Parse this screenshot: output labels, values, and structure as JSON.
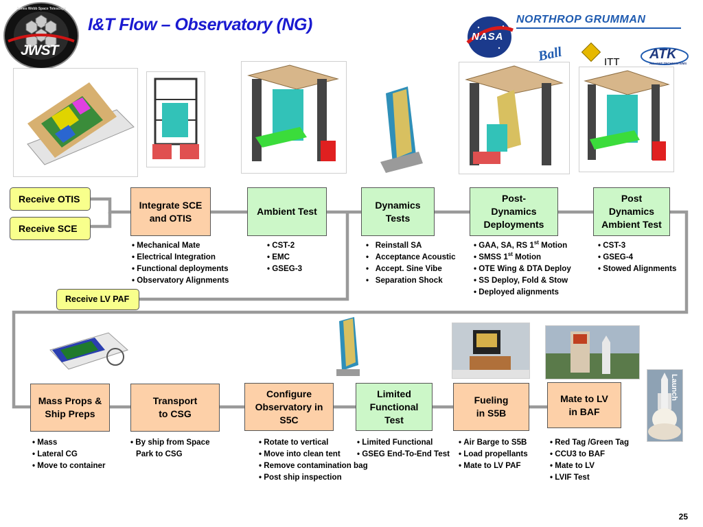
{
  "title": "I&T Flow – Observatory (NG)",
  "page_number": "25",
  "logos": {
    "jwst": "JWST",
    "jwst_ring": "James Webb Space Telescope",
    "nasa": "NASA",
    "northrop": "NORTHROP GRUMMAN",
    "ball": "Ball",
    "itt": "ITT",
    "atk": "ATK",
    "atk_sub": "ALLIANT TECHSYSTEMS"
  },
  "inputs": {
    "receive_otis": "Receive OTIS",
    "receive_sce": "Receive SCE",
    "receive_lv_paf": "Receive LV  PAF"
  },
  "row1": [
    {
      "label": "Integrate SCE and OTIS",
      "bullets": [
        "Mechanical Mate",
        "Electrical Integration",
        "Functional deployments",
        "Observatory Alignments"
      ]
    },
    {
      "label": "Ambient Test",
      "bullets": [
        "CST-2",
        "EMC",
        "GSEG-3"
      ]
    },
    {
      "label": "Dynamics Tests",
      "bullets": [
        "Reinstall SA",
        "Acceptance Acoustic",
        "Accept. Sine Vibe",
        "Separation Shock"
      ]
    },
    {
      "label": "Post- Dynamics Deployments",
      "bullets": [
        "GAA, SA, RS 1st Motion",
        "SMSS 1st Motion",
        "OTE Wing & DTA Deploy",
        "SS Deploy, Fold & Stow",
        "Deployed alignments"
      ]
    },
    {
      "label": "Post Dynamics Ambient Test",
      "bullets": [
        "CST-3",
        "GSEG-4",
        "Stowed Alignments"
      ]
    }
  ],
  "row2": [
    {
      "label": "Mass Props & Ship Preps",
      "bullets": [
        "Mass",
        "Lateral CG",
        "Move to container"
      ]
    },
    {
      "label": "Transport  to CSG",
      "bullets": [
        "By ship from Space Park to CSG"
      ]
    },
    {
      "label": "Configure Observatory in S5C",
      "bullets": [
        "Rotate to vertical",
        "Move into clean tent",
        "Remove contamination bag",
        "Post ship inspection"
      ]
    },
    {
      "label": "Limited Functional Test",
      "bullets": [
        "Limited Functional",
        "GSEG End-To-End Test"
      ]
    },
    {
      "label": "Fueling in S5B",
      "bullets": [
        "Air Barge to S5B",
        "Load propellants",
        "Mate to LV PAF"
      ]
    },
    {
      "label": "Mate to LV in BAF",
      "bullets": [
        "Red Tag /Green Tag",
        "CCU3 to BAF",
        "Mate to LV",
        "LVIF Test"
      ]
    }
  ],
  "launch_label": "Launch",
  "colors": {
    "title": "#1a1ad0",
    "green_box": "#ccf7c8",
    "orange_box": "#fdd0a8",
    "yellow_box": "#f8ff8c",
    "flow_line": "#9a9a9a"
  }
}
